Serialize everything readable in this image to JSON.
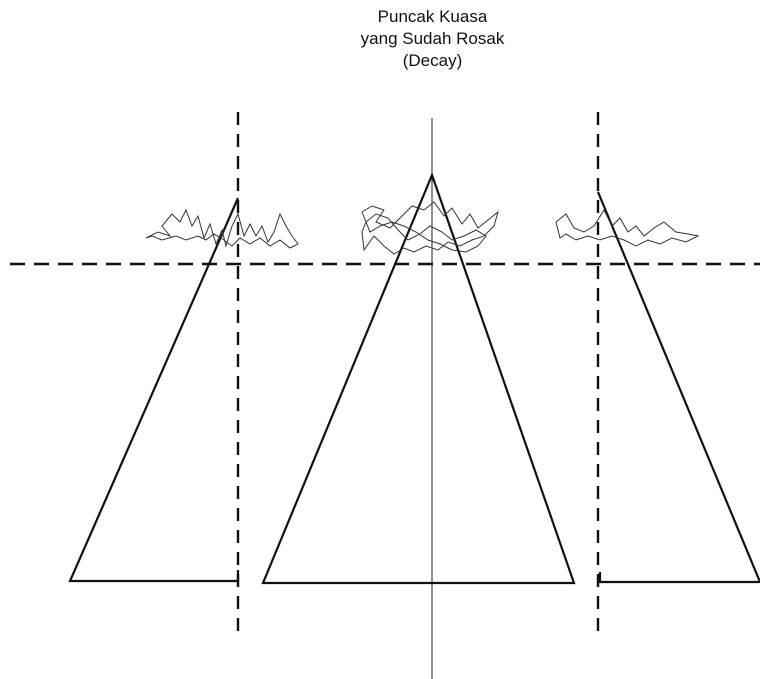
{
  "title": {
    "line1": "Puncak Kuasa",
    "line2": "yang Sudah Rosak",
    "line3": "(Decay)"
  },
  "colors": {
    "ink": "#111111",
    "scribble": "#333333"
  }
}
